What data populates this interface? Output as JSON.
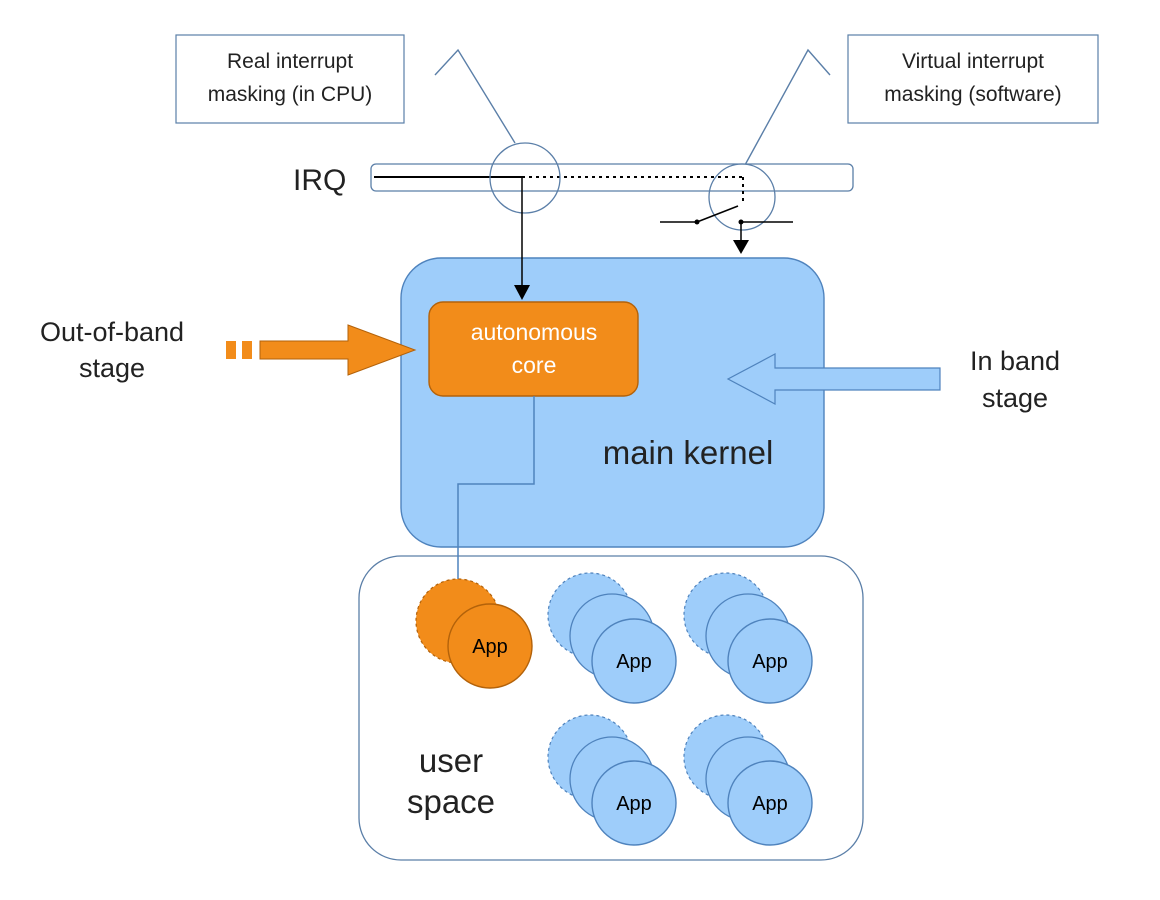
{
  "callouts": {
    "real": [
      "Real interrupt",
      "masking (in CPU)"
    ],
    "virtual": [
      "Virtual interrupt",
      "masking (software)"
    ]
  },
  "irq_label": "IRQ",
  "out_of_band": [
    "Out-of-band",
    "stage"
  ],
  "in_band": [
    "In band",
    "stage"
  ],
  "autonomous_core": [
    "autonomous",
    "core"
  ],
  "main_kernel": "main kernel",
  "user_space": [
    "user",
    "space"
  ],
  "app_label": "App",
  "colors": {
    "orange": "#f28c1a",
    "orange_border": "#b3620a",
    "blue": "#9ecdfa",
    "blue_border": "#4f83bd",
    "callout_border": "#5b7fa8"
  }
}
